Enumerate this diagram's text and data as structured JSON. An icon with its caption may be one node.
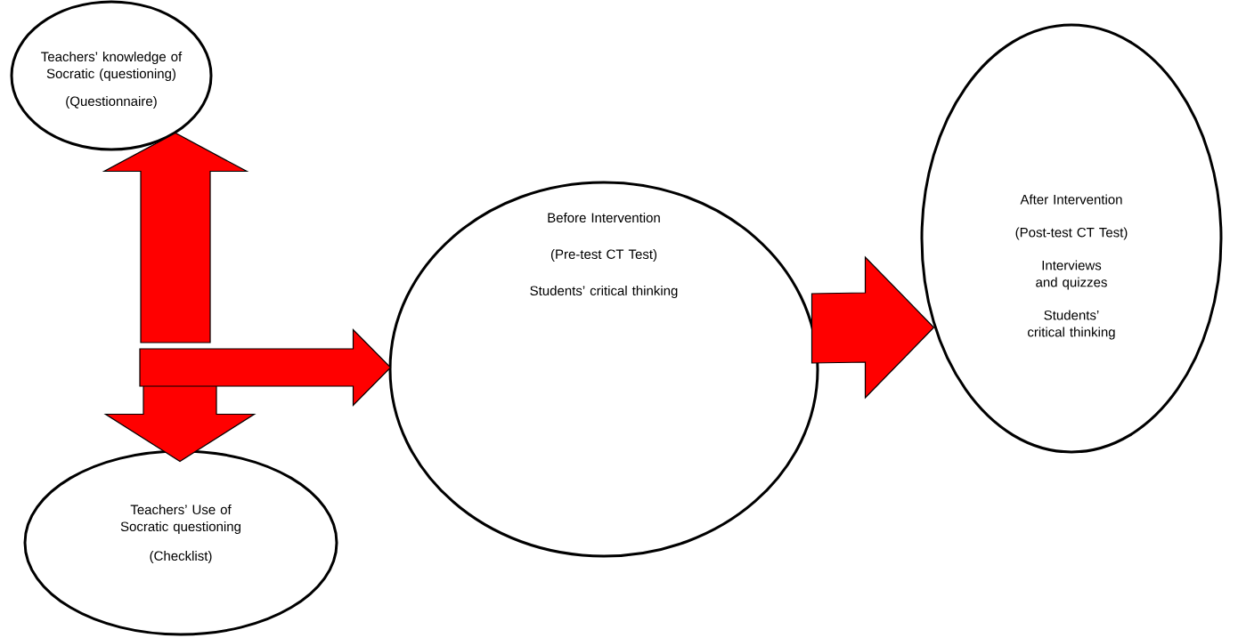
{
  "diagram": {
    "nodes": [
      {
        "text": [
          "Teachers’ knowledge of Socratic (questioning)",
          "(Questionnaire)"
        ]
      },
      {
        "text": [
          "Teachers’ Use of Socratic questioning",
          "(Checklist)"
        ]
      },
      {
        "text": [
          "Before Intervention",
          "(Pre-test CT Test)",
          "Students’ critical thinking"
        ]
      },
      {
        "text": [
          "After Intervention",
          "(Post-test CT Test)",
          "Interviews and quizzes",
          "Students’ critical thinking"
        ]
      }
    ],
    "edges": [
      {
        "from": null,
        "to": 0,
        "arrow": "to"
      },
      {
        "from": null,
        "to": 1,
        "arrow": "to"
      },
      {
        "from": null,
        "to": 2,
        "arrow": "to"
      },
      {
        "from": 2,
        "to": 3,
        "arrow": "to"
      }
    ]
  }
}
